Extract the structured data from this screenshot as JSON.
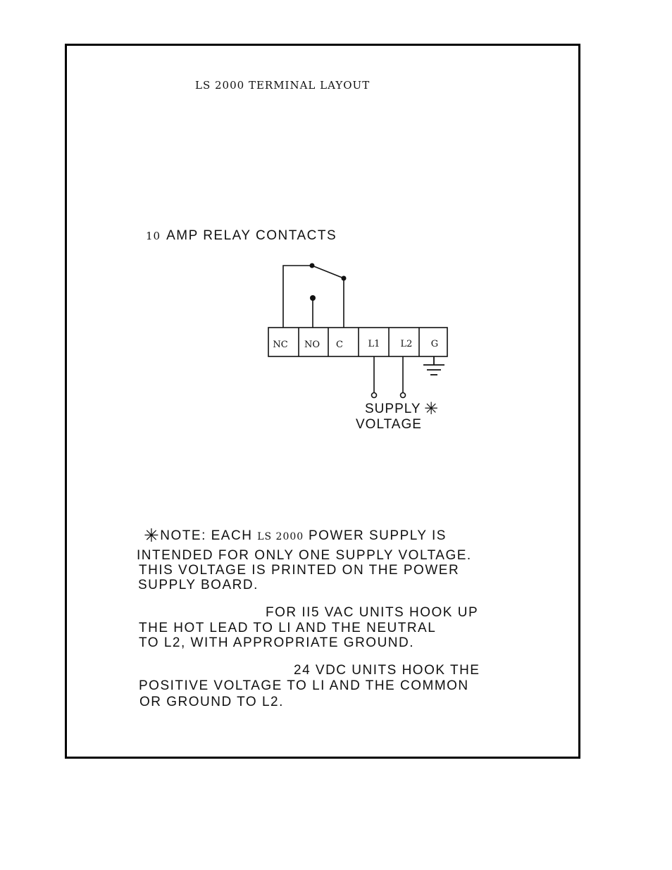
{
  "title": "LS 2000 TERMINAL LAYOUT",
  "relay_heading": {
    "amp": "10",
    "rest": "AMP RELAY CONTACTS"
  },
  "terminals": [
    "NC",
    "NO",
    "C",
    "L1",
    "L2",
    "G"
  ],
  "supply_label": {
    "line1": "SUPPLY",
    "line2": "VOLTAGE",
    "star": "✳"
  },
  "note": {
    "star": "✳",
    "line1_pre": "NOTE: EACH ",
    "line1_model": "LS 2000",
    "line1_post": " POWER SUPPLY IS",
    "line2": "INTENDED FOR ONLY ONE SUPPLY VOLTAGE.",
    "line3": "THIS VOLTAGE IS PRINTED ON THE POWER",
    "line4": "SUPPLY BOARD."
  },
  "vac_paragraph": {
    "line1": "FOR II5 VAC UNITS HOOK UP",
    "line2": "THE HOT LEAD TO LI AND THE NEUTRAL",
    "line3": "TO L2, WITH APPROPRIATE GROUND."
  },
  "vdc_paragraph": {
    "line1": "24 VDC UNITS HOOK THE",
    "line2": "POSITIVE VOLTAGE TO LI AND THE COMMON",
    "line3": "OR GROUND TO L2."
  }
}
